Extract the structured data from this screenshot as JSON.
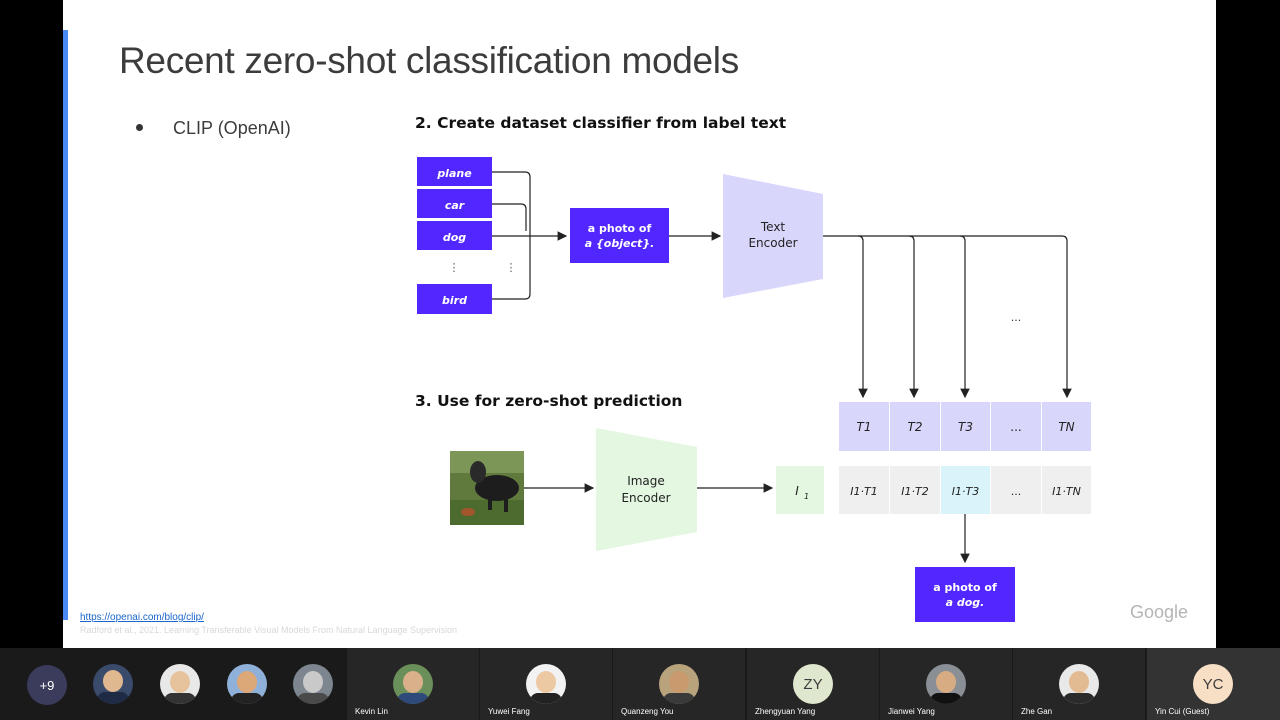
{
  "slide": {
    "title": "Recent zero-shot classification models",
    "bullet": "CLIP (OpenAI)",
    "link": "https://openai.com/blog/clip/",
    "reference": "Radford et al., 2021. Learning Transferable Visual Models From Natural Language Supervision",
    "logo": "Google"
  },
  "diagram": {
    "step2_title": "2. Create dataset classifier from label text",
    "labels": [
      "plane",
      "car",
      "dog",
      "bird"
    ],
    "ellipsis": "⋮",
    "prompt_line1": "a photo of",
    "prompt_line2": "a {object}.",
    "text_encoder_line1": "Text",
    "text_encoder_line2": "Encoder",
    "dots": "...",
    "step3_title": "3. Use for zero-shot prediction",
    "image_encoder_line1": "Image",
    "image_encoder_line2": "Encoder",
    "i1": "I",
    "t_cells": [
      "T1",
      "T2",
      "T3",
      "...",
      "TN"
    ],
    "products": [
      "I1·T1",
      "I1·T2",
      "I1·T3",
      "...",
      "I1·TN"
    ],
    "result_line1": "a photo of",
    "result_line2": "a dog.",
    "colors": {
      "purple": "#5227ff",
      "lavender": "#d9d6fb",
      "green": "#e3f7e1",
      "cyan": "#d9f3fb",
      "gray": "#efefef"
    }
  },
  "participants": {
    "more": "+9",
    "tiles": [
      {
        "name": "Kevin Lin"
      },
      {
        "name": "Yuwei Fang"
      },
      {
        "name": "Quanzeng You"
      },
      {
        "name": "Zhengyuan Yang",
        "initials": "ZY"
      },
      {
        "name": "Jianwei Yang"
      },
      {
        "name": "Zhe Gan"
      },
      {
        "name": "Yin Cui (Guest)",
        "initials": "YC"
      }
    ]
  }
}
